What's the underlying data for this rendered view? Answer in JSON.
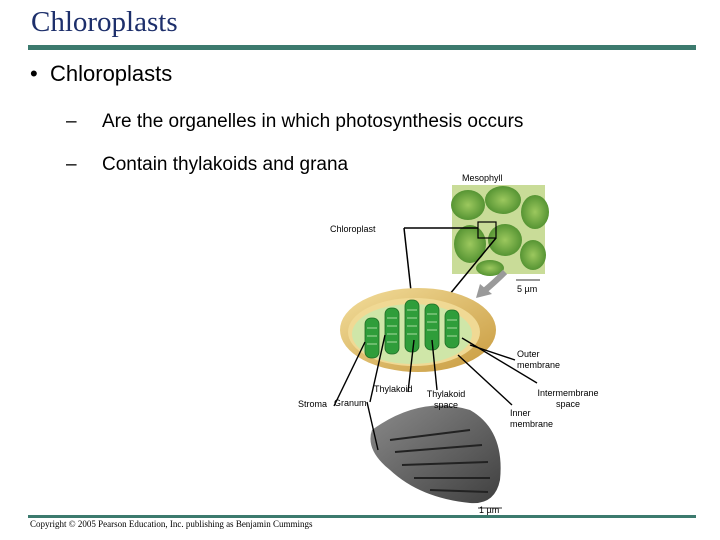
{
  "slide": {
    "title": "Chloroplasts",
    "bullet": "Chloroplasts",
    "bullet_marker": "•",
    "sub_marker": "–",
    "subbullets": [
      "Are the organelles in which photosynthesis occurs",
      "Contain thylakoids and grana"
    ],
    "copyright": "Copyright © 2005 Pearson Education, Inc. publishing as Benjamin Cummings"
  },
  "figure": {
    "labels": {
      "mesophyll": "Mesophyll",
      "chloroplast": "Chloroplast",
      "scale_5um": "5 µm",
      "outer_membrane": "Outer membrane",
      "thylakoid": "Thylakoid",
      "thylakoid_space": "Thylakoid space",
      "intermembrane_space": "Intermembrane space",
      "stroma": "Stroma",
      "granum": "Granum",
      "inner_membrane": "Inner membrane",
      "scale_1um": "1 µm"
    },
    "colors": {
      "title": "#1d2f6b",
      "rule": "#3c7a6e",
      "chloroplast_outer": "#e3c77e",
      "stroma": "#cfe6a8",
      "thylakoid": "#2f9d3a",
      "mesophyll_bg": "#c9dc98",
      "micrograph": "#6b6b6b"
    }
  }
}
